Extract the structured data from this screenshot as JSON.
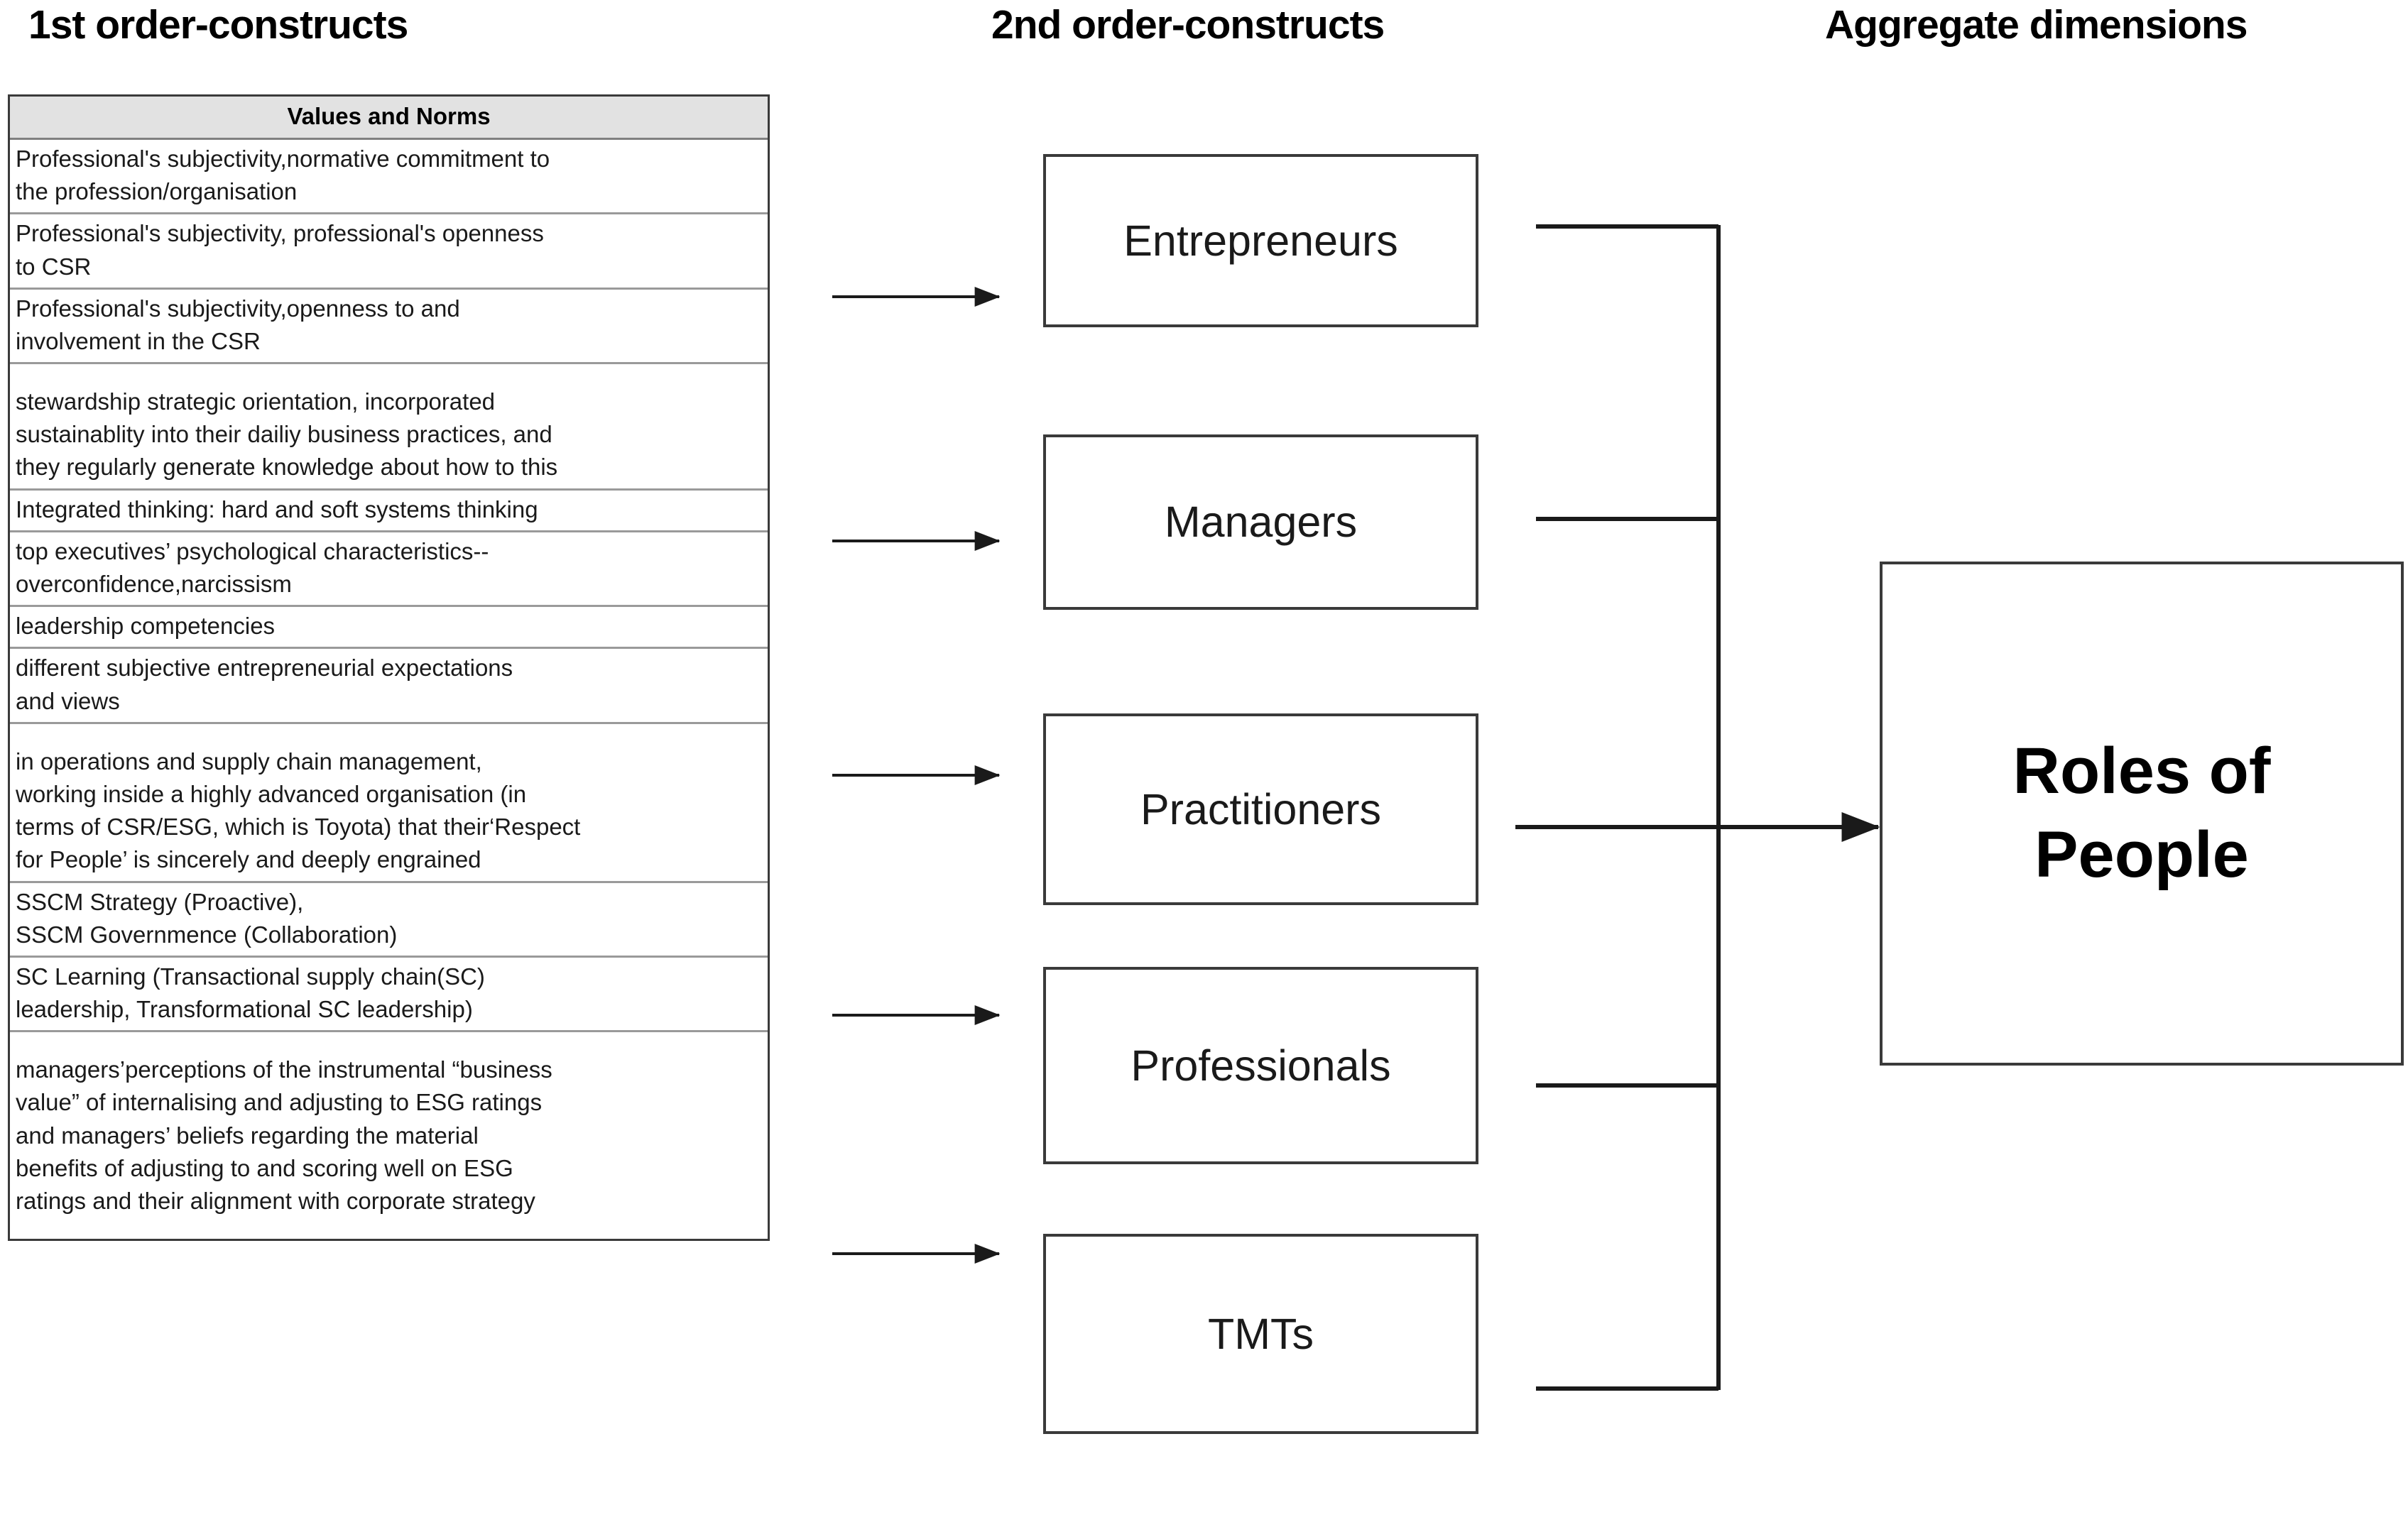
{
  "headings": {
    "first_order": "1st order-constructs",
    "second_order": "2nd order-constructs",
    "aggregate": "Aggregate dimensions"
  },
  "first_order_table": {
    "header": "Values and Norms",
    "rows": [
      "Professional's subjectivity,normative commitment to\nthe profession/organisation",
      "Professional's subjectivity, professional's openness\nto CSR",
      "Professional's subjectivity,openness to and\ninvolvement in the CSR",
      "stewardship strategic orientation, incorporated\nsustainablity into their dailiy business practices, and\nthey regularly generate knowledge about how to this",
      "Integrated thinking: hard and soft systems thinking",
      "top executives’ psychological characteristics--\noverconfidence,narcissism",
      "leadership competencies",
      "different subjective entrepreneurial expectations\nand views",
      "in operations and supply chain management,\nworking inside a highly advanced organisation (in\nterms of CSR/ESG, which is Toyota) that their‘Respect\nfor People’ is sincerely and deeply engrained",
      "SSCM Strategy (Proactive),\nSSCM Governmence (Collaboration)",
      "SC Learning (Transactional supply chain(SC)\nleadership, Transformational SC leadership)",
      "managers’perceptions of the instrumental “business\nvalue” of internalising and adjusting to ESG ratings\nand  managers’ beliefs regarding the material\nbenefits of adjusting to and scoring well on ESG\nratings and their alignment with corporate strategy"
    ]
  },
  "second_order_constructs": [
    {
      "label": "Entrepreneurs"
    },
    {
      "label": "Managers"
    },
    {
      "label": "Practitioners"
    },
    {
      "label": "Professionals"
    },
    {
      "label": "TMTs"
    }
  ],
  "aggregate_dimension": {
    "label": "Roles of\nPeople"
  },
  "colors": {
    "line": "#1a1a1a",
    "box_border": "#3a3a3a",
    "table_header_fill": "#e2e2e2",
    "table_inner_border": "#9a9a9a",
    "background": "#ffffff"
  }
}
